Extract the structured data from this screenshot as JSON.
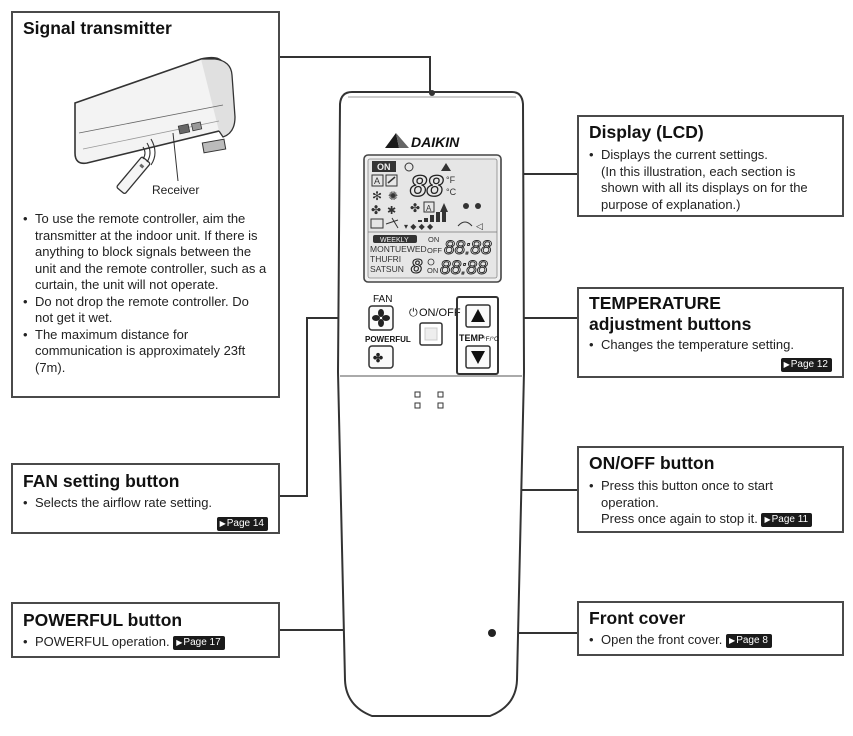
{
  "signal": {
    "title": "Signal transmitter",
    "receiver_label": "Receiver",
    "bullets": [
      "To use the remote controller, aim the transmitter at the indoor unit. If there is anything to block signals between the unit and the remote controller, such as a curtain, the unit will not operate.",
      "Do not drop the remote controller. Do not get it wet.",
      "The maximum distance for communication is approximately 23ft (7m)."
    ]
  },
  "display": {
    "title": "Display (LCD)",
    "bullet_line1": "Displays the current settings.",
    "bullet_line2": "(In this illustration, each section is shown with all its displays on for the purpose of explanation.)"
  },
  "temperature": {
    "title_line1": "TEMPERATURE",
    "title_line2": "adjustment buttons",
    "bullet": "Changes the temperature setting.",
    "page": "Page 12"
  },
  "onoff": {
    "title": "ON/OFF button",
    "bullet_line1": "Press this button once to start operation.",
    "bullet_line2": "Press once again to stop it.",
    "page": "Page 11"
  },
  "fan": {
    "title": "FAN setting button",
    "bullet": "Selects the airflow rate setting.",
    "page": "Page 14"
  },
  "powerful": {
    "title": "POWERFUL button",
    "bullet": "POWERFUL operation.",
    "page": "Page 17"
  },
  "front": {
    "title": "Front cover",
    "bullet": "Open the front cover.",
    "page": "Page 8"
  },
  "remote": {
    "brand": "DAIKIN",
    "fan_label": "FAN",
    "powerful_label": "POWERFUL",
    "onoff_label": "ON/OFF",
    "temp_label": "TEMP",
    "temp_unit": "°F/°C",
    "lcd": {
      "on": "ON",
      "big_digits": "88",
      "deg_f": "°F",
      "deg_c": "°C",
      "weekly": "WEEKLY",
      "days_row1": "MONTUEWED",
      "days_row2": "THUFRI",
      "days_row3": "SATSUN",
      "program_digit": "8",
      "on_label": "ON",
      "off_label": "OFF",
      "time_top": "88:88",
      "time_bottom": "88:88",
      "a_mark": "A"
    }
  },
  "icons": [
    "page-arrow-icon",
    "fan-icon",
    "powerful-icon",
    "power-icon",
    "up-arrow-icon",
    "down-arrow-icon",
    "daikin-logo-icon",
    "signal-waves-icon"
  ]
}
